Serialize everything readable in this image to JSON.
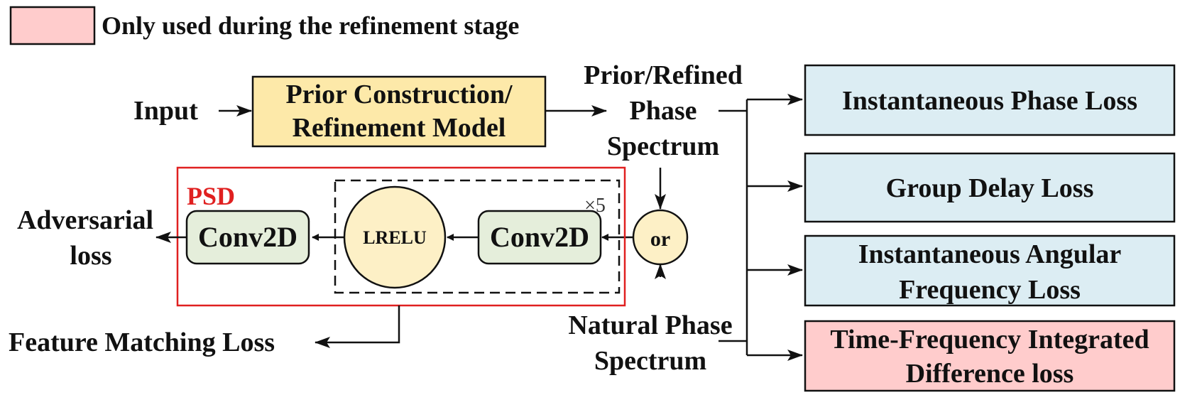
{
  "legend": {
    "label": "Only used during the refinement stage",
    "swatch_color": "#ffcccc"
  },
  "input_label": "Input",
  "model_box": {
    "line1": "Prior Construction/",
    "line2": "Refinement Model",
    "color": "#fde9a9"
  },
  "prior_spectrum": {
    "line1": "Prior/Refined",
    "line2": "Phase",
    "line3": "Spectrum"
  },
  "natural_spectrum": {
    "line1": "Natural Phase",
    "line2": "Spectrum"
  },
  "or_node": "or",
  "psd": {
    "label": "PSD",
    "repeat": "×5",
    "conv_inner": "Conv2D",
    "lrelu": "LRELU",
    "conv_outer": "Conv2D",
    "conv_color": "#e5eedb",
    "lrelu_color": "#fdf0c6",
    "border_color": "#e02020"
  },
  "adversarial_loss": {
    "line1": "Adversarial",
    "line2": "loss"
  },
  "feature_matching_loss": "Feature Matching Loss",
  "losses": [
    {
      "line1": "Instantaneous Phase Loss",
      "line2": ""
    },
    {
      "line1": "Group Delay Loss",
      "line2": ""
    },
    {
      "line1": "Instantaneous Angular",
      "line2": "Frequency Loss"
    },
    {
      "line1": "Time-Frequency Integrated",
      "line2": "Difference loss"
    }
  ],
  "loss_colors": {
    "standard": "#dcedf3",
    "refinement_only": "#ffcccc"
  }
}
